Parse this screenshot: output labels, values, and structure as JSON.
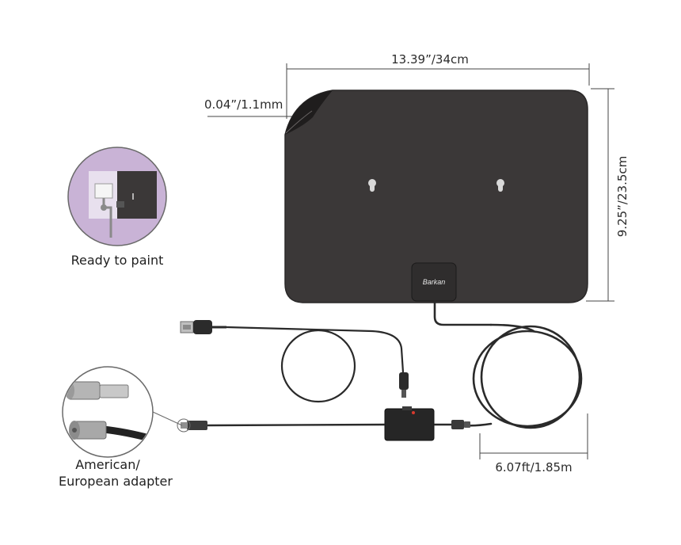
{
  "dimensions": {
    "width_label": "13.39”/34cm",
    "thickness_label": "0.04”/1.1mm",
    "height_label": "9.25”/23.5cm",
    "cable_length_label": "6.07ft/1.85m"
  },
  "callouts": {
    "paint_label": "Ready to paint",
    "adapter_label_line1": "American/",
    "adapter_label_line2": "European adapter"
  },
  "antenna": {
    "brand_label": "Barkan"
  },
  "colors": {
    "panel": "#3b3838",
    "panel_edge": "#2a2828",
    "cable": "#2a2a2a",
    "paint_circle": "#c9b3d6",
    "dimension_line": "#444444",
    "amplifier_led": "#d83a2e"
  }
}
